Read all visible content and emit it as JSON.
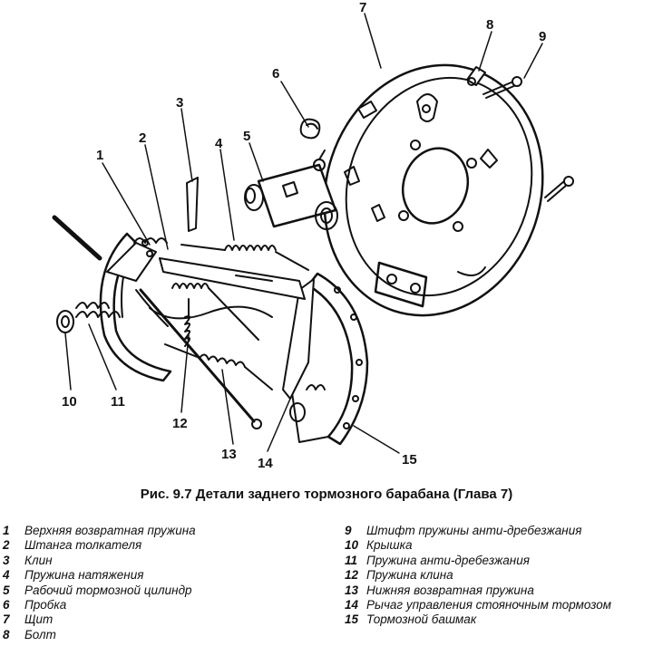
{
  "caption": "Рис. 9.7 Детали заднего тормозного барабана (Глава 7)",
  "callouts": [
    "1",
    "2",
    "3",
    "4",
    "5",
    "6",
    "7",
    "8",
    "9",
    "10",
    "11",
    "12",
    "13",
    "14",
    "15"
  ],
  "legend_left": [
    {
      "num": "1",
      "text": "Верхняя возвратная пружина"
    },
    {
      "num": "2",
      "text": "Штанга толкателя"
    },
    {
      "num": "3",
      "text": "Клин"
    },
    {
      "num": "4",
      "text": "Пружина натяжения"
    },
    {
      "num": "5",
      "text": "Рабочий тормозной цилиндр"
    },
    {
      "num": "6",
      "text": "Пробка"
    },
    {
      "num": "7",
      "text": "Щит"
    },
    {
      "num": "8",
      "text": "Болт"
    }
  ],
  "legend_right": [
    {
      "num": "9",
      "text": "Штифт пружины анти-дребезжания"
    },
    {
      "num": "10",
      "text": "Крышка"
    },
    {
      "num": "11",
      "text": "Пружина анти-дребезжания"
    },
    {
      "num": "12",
      "text": "Пружина клина"
    },
    {
      "num": "13",
      "text": "Нижняя возвратная пружина"
    },
    {
      "num": "14",
      "text": "Рычаг управления стояночным тормозом"
    },
    {
      "num": "15",
      "text": "Тормозной башмак"
    }
  ]
}
